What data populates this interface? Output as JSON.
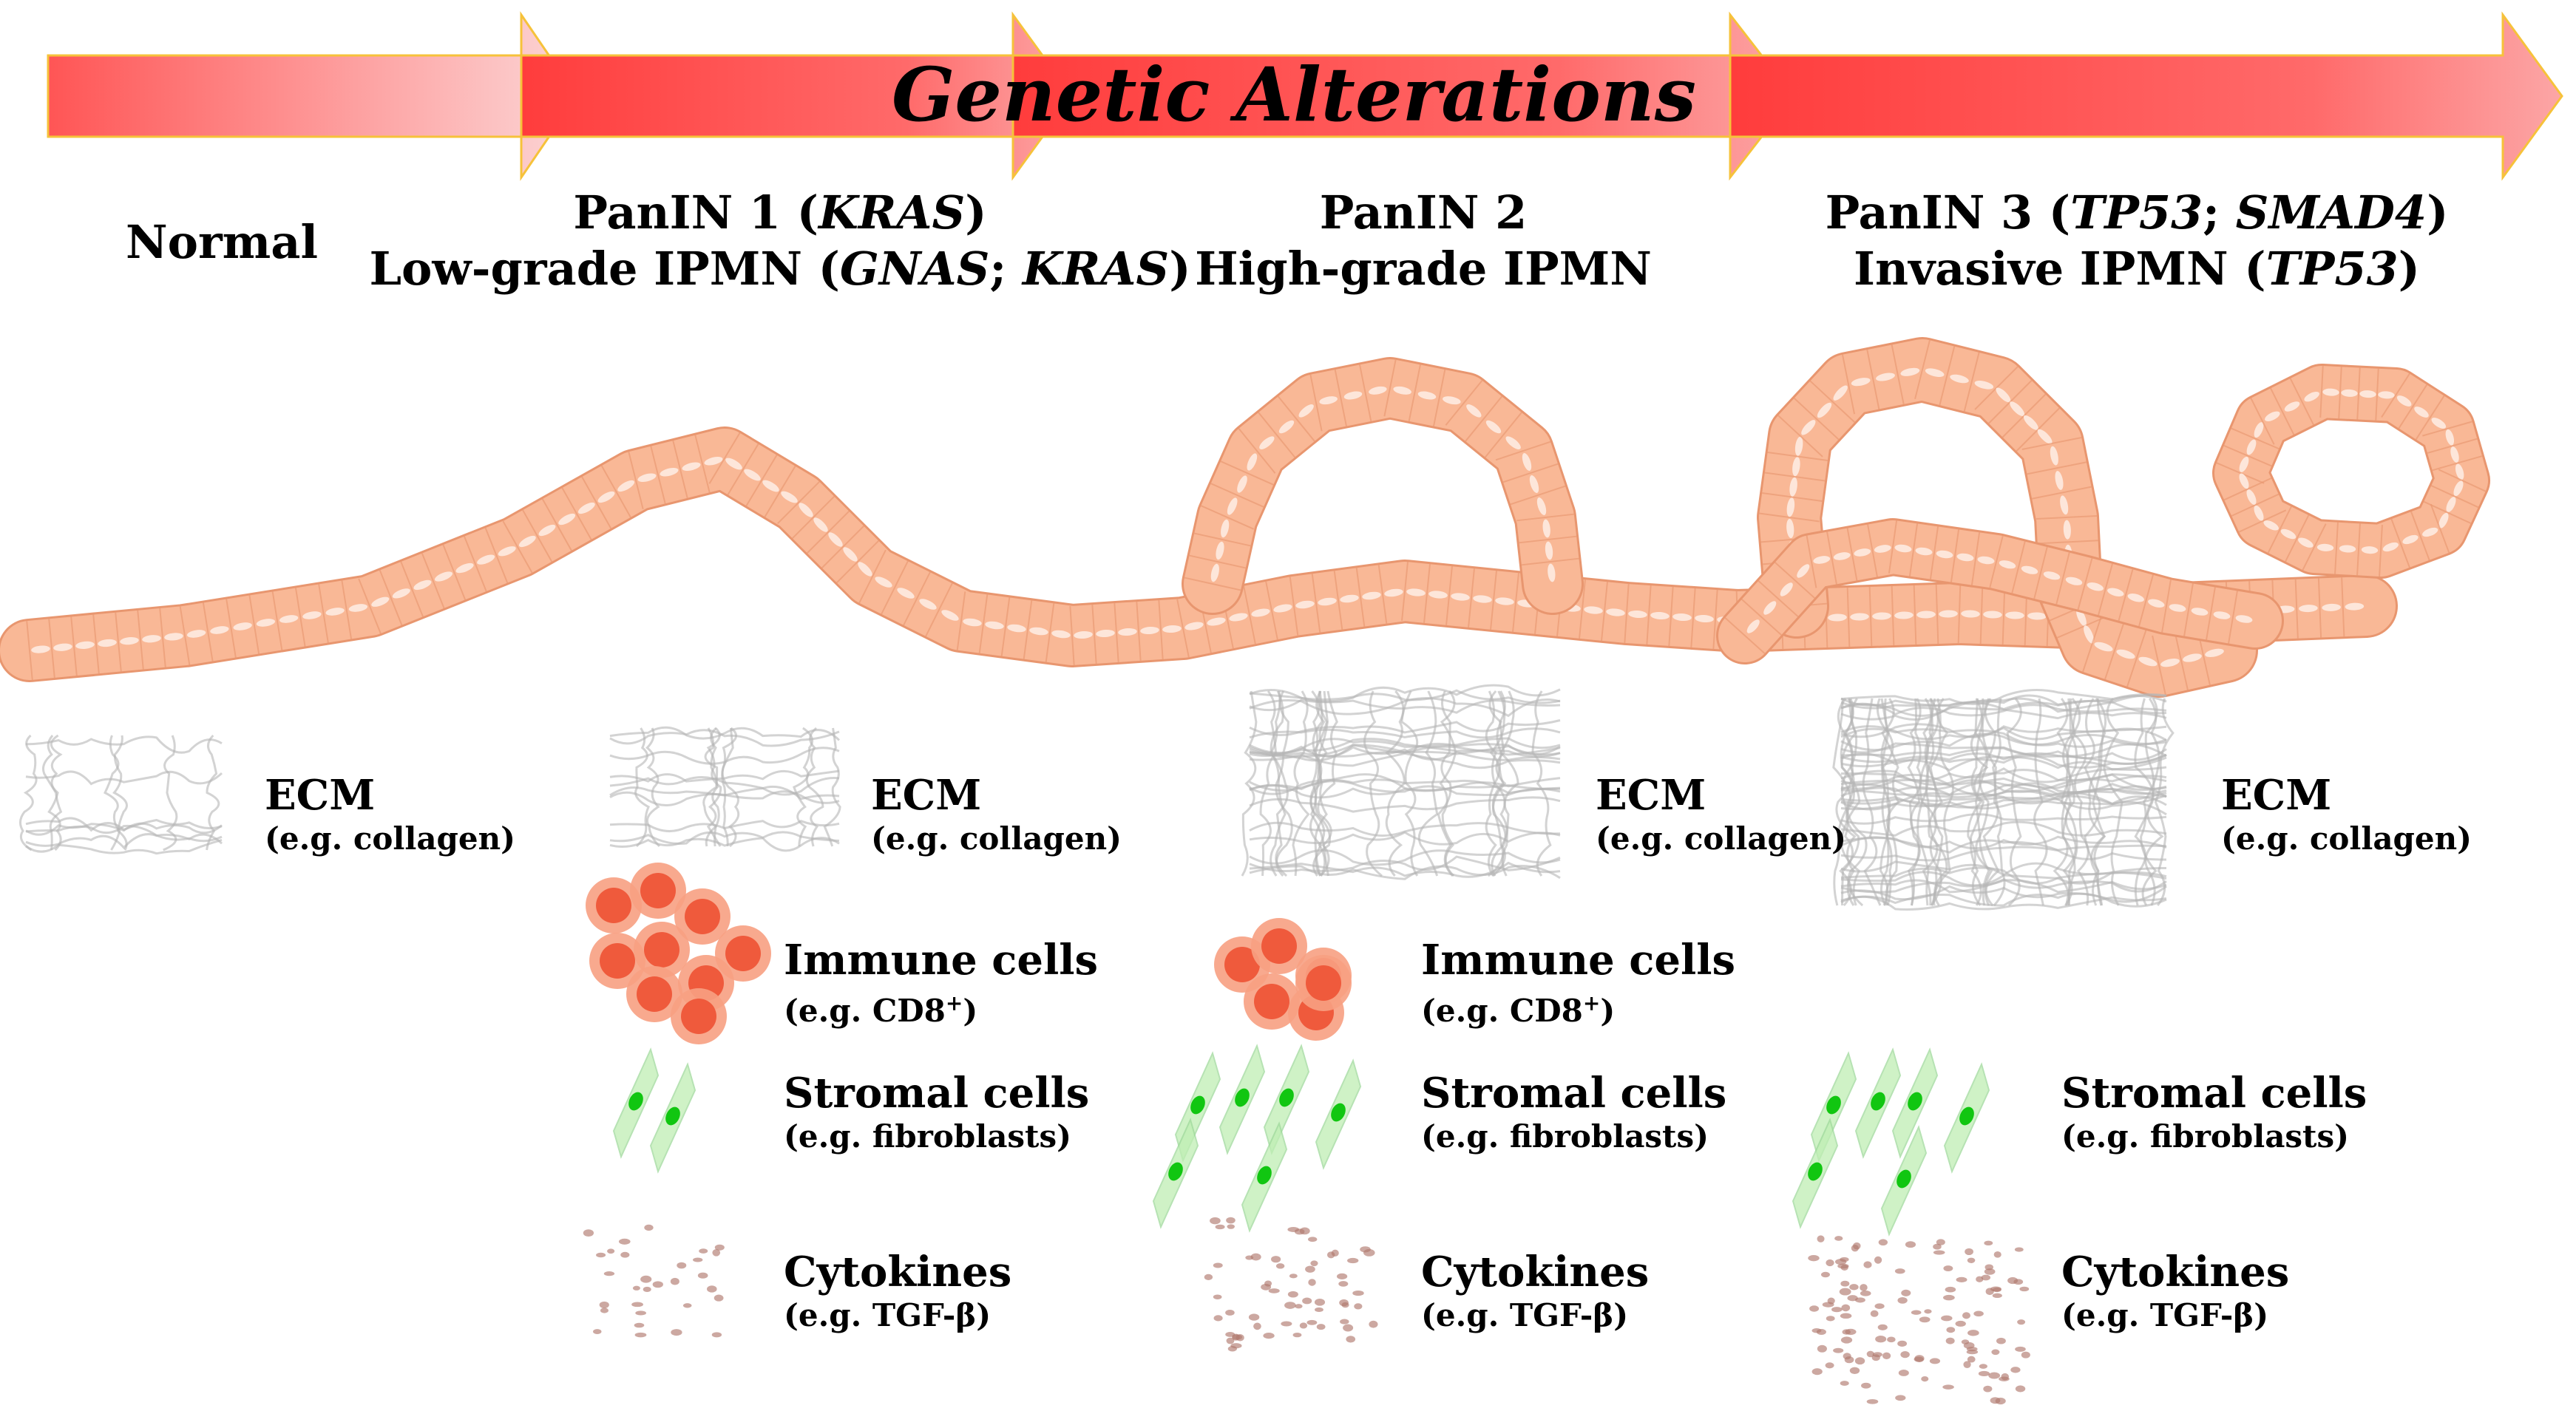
{
  "banner": {
    "title": "Genetic Alterations",
    "colors": {
      "arrow_light": "#fcd3d3",
      "arrow_main": "#ff4d4d",
      "arrow_outline": "#f6c23a"
    }
  },
  "stages": [
    {
      "id": "normal",
      "lines": [
        [
          "Normal"
        ]
      ]
    },
    {
      "id": "stage1",
      "lines": [
        [
          "PanIN 1 (",
          "KRAS",
          ")"
        ],
        [
          "Low-grade IPMN (",
          "GNAS",
          "; ",
          "KRAS",
          ")"
        ]
      ]
    },
    {
      "id": "stage2",
      "lines": [
        [
          "PanIN 2"
        ],
        [
          "High-grade IPMN"
        ]
      ]
    },
    {
      "id": "stage3",
      "lines": [
        [
          "PanIN 3 (",
          "TP53",
          "; ",
          "SMAD4",
          ")"
        ],
        [
          "Invasive IPMN (",
          "TP53",
          ")"
        ]
      ]
    }
  ],
  "components": {
    "ecm": {
      "label": "ECM",
      "example": "(e.g. collagen)"
    },
    "immune": {
      "label": "Immune cells",
      "example_prefix": "(e.g. CD8",
      "example_sup": "+",
      "example_suffix": ")"
    },
    "stromal": {
      "label": "Stromal cells",
      "example": "(e.g. fibroblasts)"
    },
    "cytokines": {
      "label": "Cytokines",
      "example_prefix": "(e.g. TGF-",
      "example_symbol": "β",
      "example_suffix": ")"
    }
  },
  "colors": {
    "epithelium": "#f9b896",
    "epithelium_edge": "#e8966f",
    "nucleus": "#fde6da",
    "immune": "#ef5a3c",
    "immune_halo": "#f7a082",
    "stromal": "#bfeeb4",
    "stromal_nucleus": "#11c611",
    "cytokine": "#b07a6e",
    "ecm": "#b5b5b5"
  }
}
